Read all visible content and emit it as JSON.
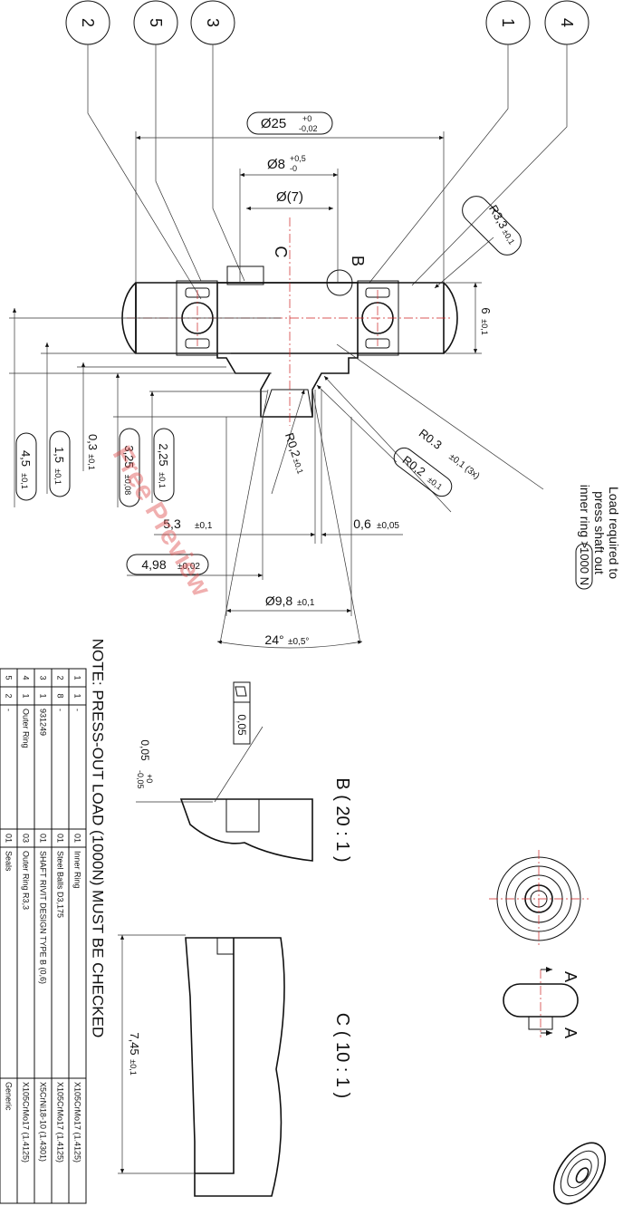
{
  "balloons": [
    "2",
    "5",
    "3",
    "1",
    "4"
  ],
  "dimensions": {
    "d25": "Ø25",
    "d25_tol_upper": "+0",
    "d25_tol_lower": "-0,02",
    "d8": "Ø8",
    "d8_tol_upper": "+0,5",
    "d8_tol_lower": "-0",
    "d7": "Ø(7)",
    "r33": "R3,3",
    "r33_tol": "±0,1",
    "h6": "6",
    "h6_tol": "±0,1",
    "r03": "R0.3",
    "r03_tol": "±0,1 (3x)",
    "r02a": "R0,2",
    "r02a_tol": "±0,1",
    "r02b": "R0,2",
    "r02b_tol": "±0,1",
    "d225": "2,25",
    "d225_tol": "±0,1",
    "d325": "3,25",
    "d325_tol": "±0,08",
    "d03": "0,3",
    "d03_tol": "±0,1",
    "d15": "1,5",
    "d15_tol": "±0,1",
    "d45": "4,5",
    "d45_tol": "±0,1",
    "d53": "5,3",
    "d53_tol": "±0,1",
    "d06": "0,6",
    "d06_tol": "±0,05",
    "d498": "4,98",
    "d498_tol": "±0,02",
    "d98": "Ø9,8",
    "d98_tol": "±0,1",
    "ang24": "24°",
    "ang24_tol": "±0,5°",
    "flat005": "0,05",
    "d005": "0,05",
    "d005_tol_upper": "+0",
    "d005_tol_lower": "-0,05",
    "d745": "7,45",
    "d745_tol": "±0,1"
  },
  "section_labels": {
    "c": "C",
    "b": "B",
    "detail_b": "B ( 20 : 1 )",
    "detail_c": "C ( 10 : 1 )",
    "a_left": "A",
    "a_right": "A"
  },
  "notes": {
    "load_line1": "Load required to",
    "load_line2": "press shaft out",
    "load_line3": "inner ring >",
    "load_value": "1000 N",
    "press_note": "NOTE: PRESS-OUT LOAD (1000N) MUST BE CHECKED"
  },
  "parts_list": [
    {
      "item": "5",
      "qty": "2",
      "part": "-",
      "sheet": "01",
      "description": "Seals",
      "material": "Generic"
    },
    {
      "item": "4",
      "qty": "1",
      "part": "Outer Ring",
      "sheet": "03",
      "description": "Outer Ring R3,3",
      "material": "X105CrMo17 (1.4125)"
    },
    {
      "item": "3",
      "qty": "1",
      "part": "931249",
      "sheet": "01",
      "description": "SHAFT RIVIT DESIGN TYPE B (0,6)",
      "material": "X5CrNi18-10 (1.4301)"
    },
    {
      "item": "2",
      "qty": "8",
      "part": "-",
      "sheet": "01",
      "description": "Steel Balls D3,175",
      "material": "X105CrMo17 (1.4125)"
    },
    {
      "item": "1",
      "qty": "1",
      "part": "-",
      "sheet": "01",
      "description": "Inner Ring",
      "material": "X105CrMo17 (1.4125)"
    }
  ],
  "watermark": "Free Preview"
}
